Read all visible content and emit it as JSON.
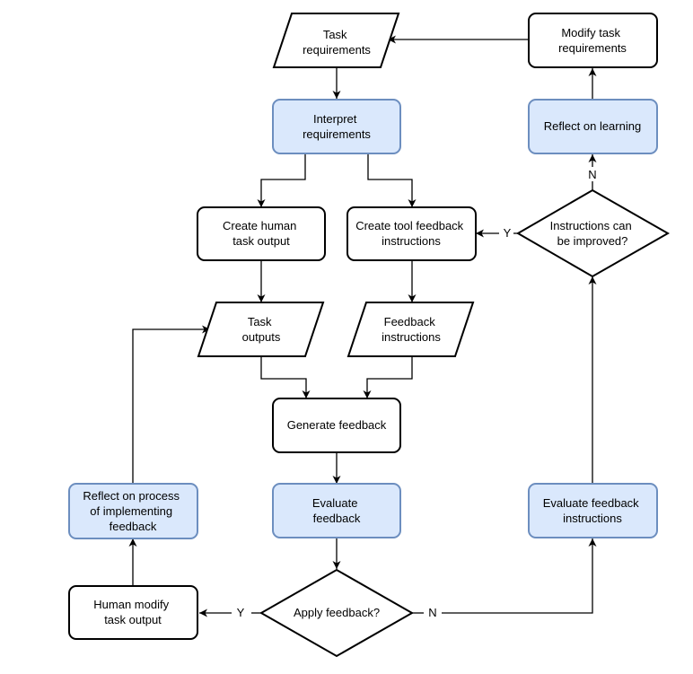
{
  "nodes": {
    "task_requirements": [
      "Task",
      "requirements"
    ],
    "modify_task_requirements": [
      "Modify task",
      "requirements"
    ],
    "interpret_requirements": [
      "Interpret",
      "requirements"
    ],
    "reflect_on_learning": [
      "Reflect on learning"
    ],
    "create_human_task_output": [
      "Create human",
      "task output"
    ],
    "create_tool_feedback_instructions": [
      "Create tool feedback",
      "instructions"
    ],
    "instructions_can_be_improved": [
      "Instructions can",
      "be improved?"
    ],
    "task_outputs": [
      "Task",
      "outputs"
    ],
    "feedback_instructions": [
      "Feedback",
      "instructions"
    ],
    "generate_feedback": [
      "Generate feedback"
    ],
    "reflect_on_process": [
      "Reflect on process",
      "of implementing",
      "feedback"
    ],
    "evaluate_feedback": [
      "Evaluate",
      "feedback"
    ],
    "evaluate_feedback_instructions": [
      "Evaluate feedback",
      "instructions"
    ],
    "human_modify_task_output": [
      "Human modify",
      "task output"
    ],
    "apply_feedback": [
      "Apply feedback?"
    ]
  },
  "edge_labels": {
    "improved_yes": "Y",
    "improved_no": "N",
    "apply_yes": "Y",
    "apply_no": "N"
  },
  "colors": {
    "process_fill": "#ffffff",
    "process_stroke": "#000000",
    "reflect_fill": "#dae8fc",
    "reflect_stroke": "#6c8ebf"
  }
}
